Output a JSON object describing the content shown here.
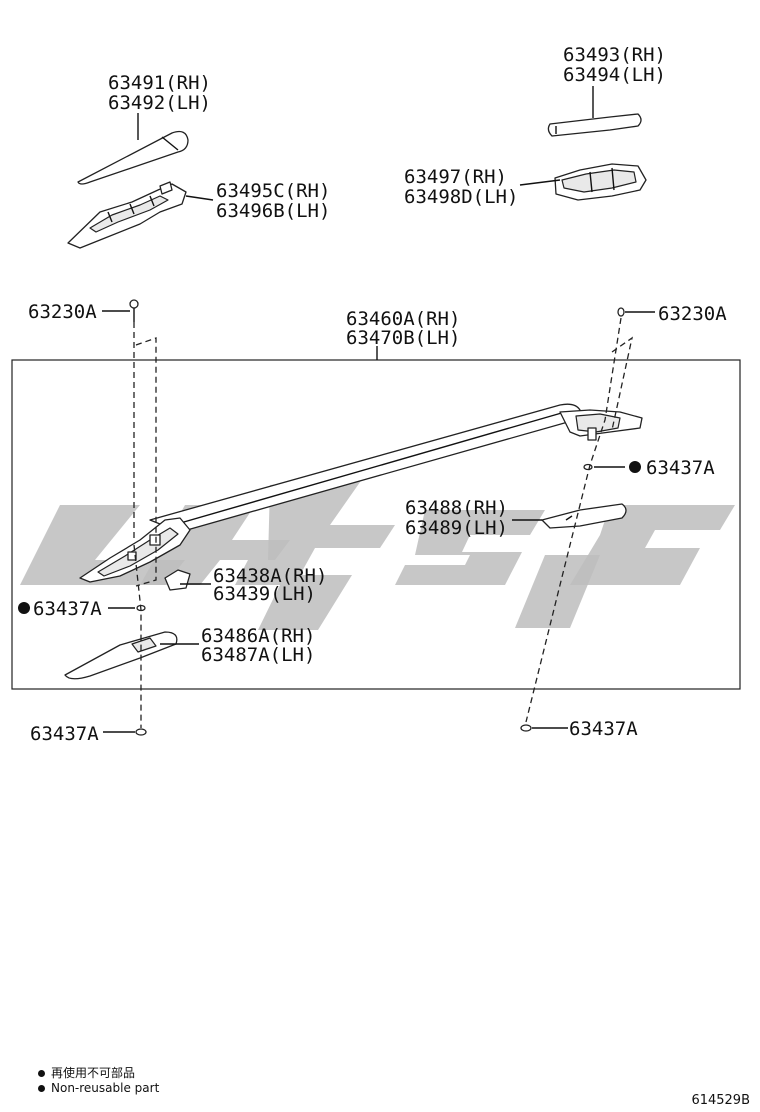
{
  "labels": {
    "cap_front_rh": "63491(RH)",
    "cap_front_lh": "63492(LH)",
    "cap_rear_rh": "63493(RH)",
    "cap_rear_lh": "63494(LH)",
    "bracket_front_rh": "63495C(RH)",
    "bracket_front_lh": "63496B(LH)",
    "bracket_rear_rh": "63497(RH)",
    "bracket_rear_lh": "63498D(LH)",
    "screw_left": "63230A",
    "screw_right": "63230A",
    "rail_rh": "63460A(RH)",
    "rail_lh": "63470B(LH)",
    "nut_right_mid": "63437A",
    "pad_rear_rh": "63488(RH)",
    "pad_rear_lh": "63489(LH)",
    "plate_rh": "63438A(RH)",
    "plate_lh": "63439(LH)",
    "nut_left_mid": "63437A",
    "pad_front_rh": "63486A(RH)",
    "pad_front_lh": "63487A(LH)",
    "nut_left_bottom": "63437A",
    "nut_right_bottom": "63437A"
  },
  "legend": {
    "line_cn": "再使用不可部品",
    "line_en": "Non-reusable part"
  },
  "figure_number": "614529B",
  "colors": {
    "line": "#222222",
    "watermark": "#bdbdbd"
  }
}
